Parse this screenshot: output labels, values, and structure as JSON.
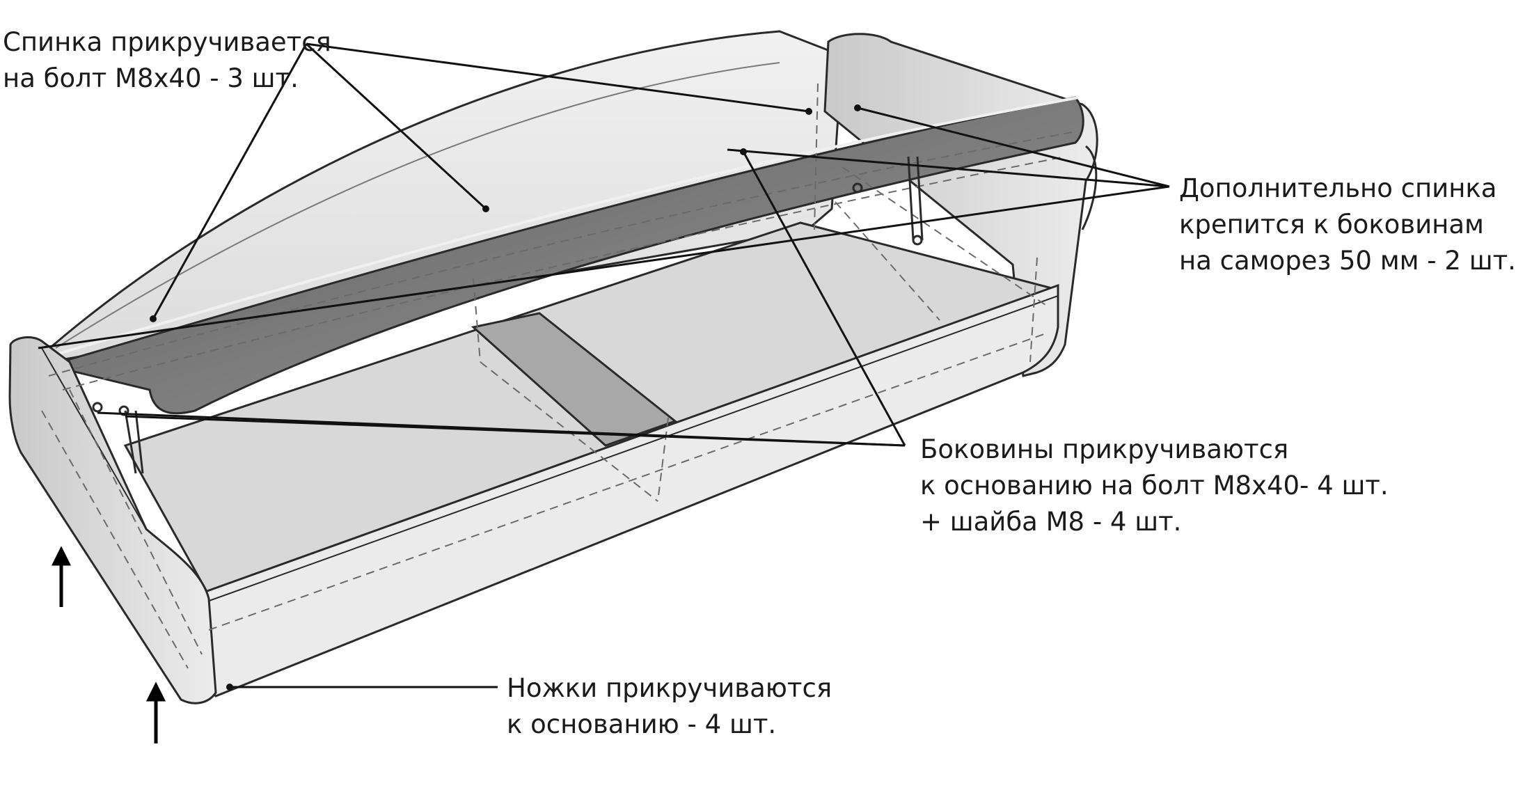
{
  "callouts": {
    "backrest": {
      "lines": [
        "Спинка прикручивается",
        "на болт М8х40 - 3 шт."
      ]
    },
    "extra_fixing": {
      "lines": [
        "Дополнительно спинка",
        "крепится к боковинам",
        "на саморез 50 мм - 2 шт."
      ]
    },
    "sides": {
      "lines": [
        "Боковины прикручиваются",
        "к основанию на болт М8х40- 4 шт.",
        "+ шайба М8 - 4 шт."
      ]
    },
    "legs": {
      "lines": [
        "Ножки прикручиваются",
        "к основанию - 4 шт."
      ]
    }
  },
  "colors": {
    "leader_line": "#111111",
    "outline": "#2a2a2a",
    "fabric_light": "#e9e9e9",
    "fabric_mid": "#d4d4d4",
    "fabric_dark": "#8f8f8f",
    "hidden_edge": "#6a6a6a"
  }
}
